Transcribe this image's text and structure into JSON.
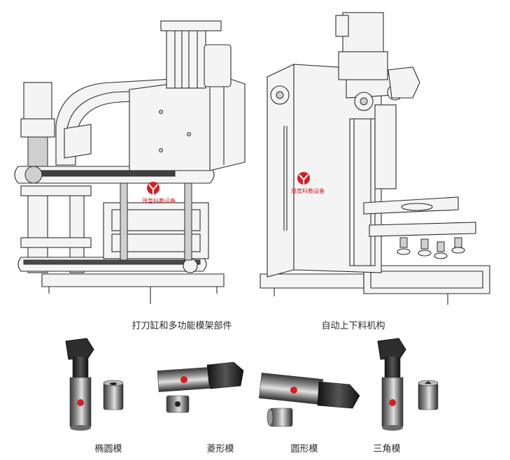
{
  "captions": {
    "machine_left": "打刀缸和多功能模架部件",
    "machine_right": "自动上下料机构",
    "mold_ellipse": "椭圆模",
    "mold_diamond": "菱形模",
    "mold_round": "圆形模",
    "mold_triangle": "三角模"
  },
  "logo": {
    "brand": "茂育科教设备",
    "symbol": "logo-y-icon",
    "color": "#d41f26"
  }
}
